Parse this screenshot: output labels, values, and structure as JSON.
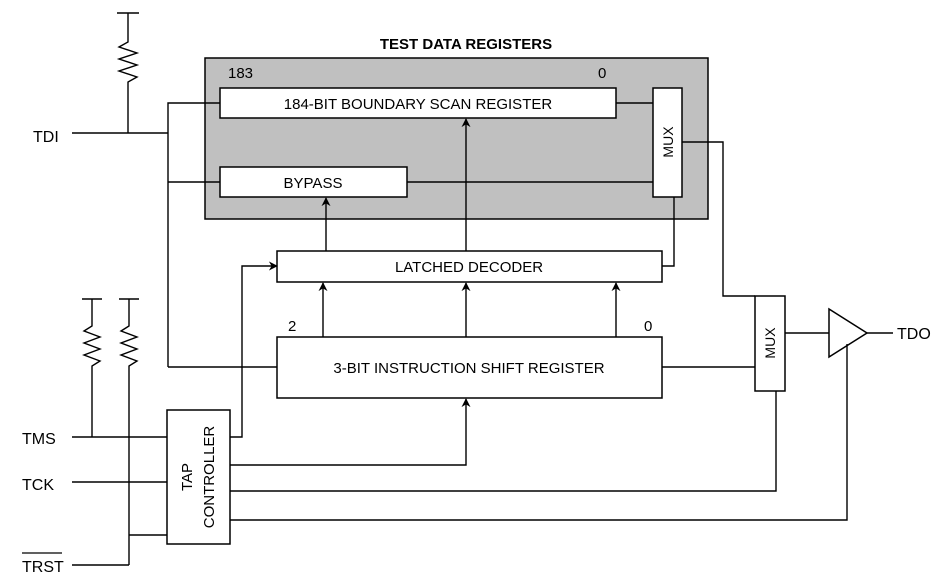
{
  "title": "TEST DATA REGISTERS",
  "registers": {
    "boundary_scan": "184-BIT BOUNDARY SCAN REGISTER",
    "msb": "183",
    "lsb": "0",
    "bypass": "BYPASS",
    "data_mux": "MUX"
  },
  "decoder": "LATCHED DECODER",
  "instruction": {
    "label": "3-BIT INSTRUCTION SHIFT REGISTER",
    "msb": "2",
    "lsb": "0"
  },
  "output_mux": "MUX",
  "tap": {
    "line1": "TAP",
    "line2": "CONTROLLER"
  },
  "pins": {
    "tdi": "TDI",
    "tms": "TMS",
    "tck": "TCK",
    "trst": "TRST",
    "tdo": "TDO"
  },
  "colors": {
    "register_block_fill": "#c0c0c0",
    "line": "#000000"
  }
}
